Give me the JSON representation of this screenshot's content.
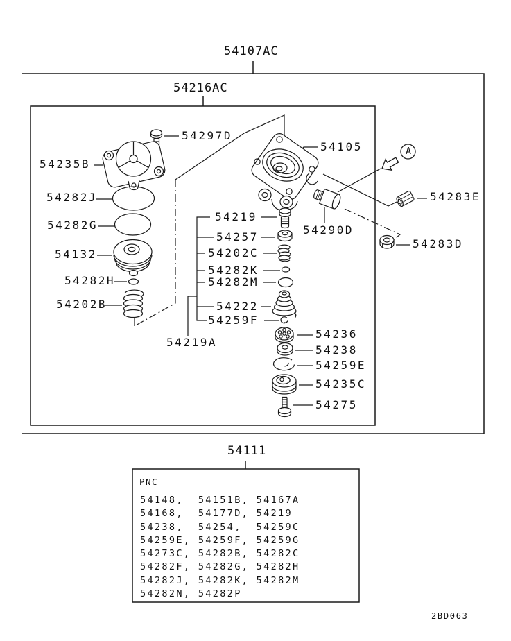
{
  "drawing": {
    "code": "2BD063",
    "view_marker": "A",
    "assemblies": {
      "main": "54107AC",
      "sub": "54216AC",
      "lower": "54111"
    },
    "part_labels": {
      "p54297D": "54297D",
      "p54235B": "54235B",
      "p54282J": "54282J",
      "p54282G": "54282G",
      "p54132": "54132",
      "p54282H": "54282H",
      "p54202B": "54202B",
      "p54105": "54105",
      "p54219": "54219",
      "p54257": "54257",
      "p54202C": "54202C",
      "p54282K": "54282K",
      "p54282M": "54282M",
      "p54222": "54222",
      "p54259F": "54259F",
      "p54219A": "54219A",
      "p54290D": "54290D",
      "p54283E": "54283E",
      "p54283D": "54283D",
      "p54236": "54236",
      "p54238": "54238",
      "p54259E": "54259E",
      "p54235C": "54235C",
      "p54275": "54275"
    },
    "pnc_table": {
      "title": "PNC",
      "rows": [
        "54148,  54151B, 54167A",
        "54168,  54177D, 54219",
        "54238,  54254,  54259C",
        "54259E, 54259F, 54259G",
        "54273C, 54282B, 54282C",
        "54282F, 54282G, 54282H",
        "54282J, 54282K, 54282M",
        "54282N, 54282P"
      ]
    }
  }
}
